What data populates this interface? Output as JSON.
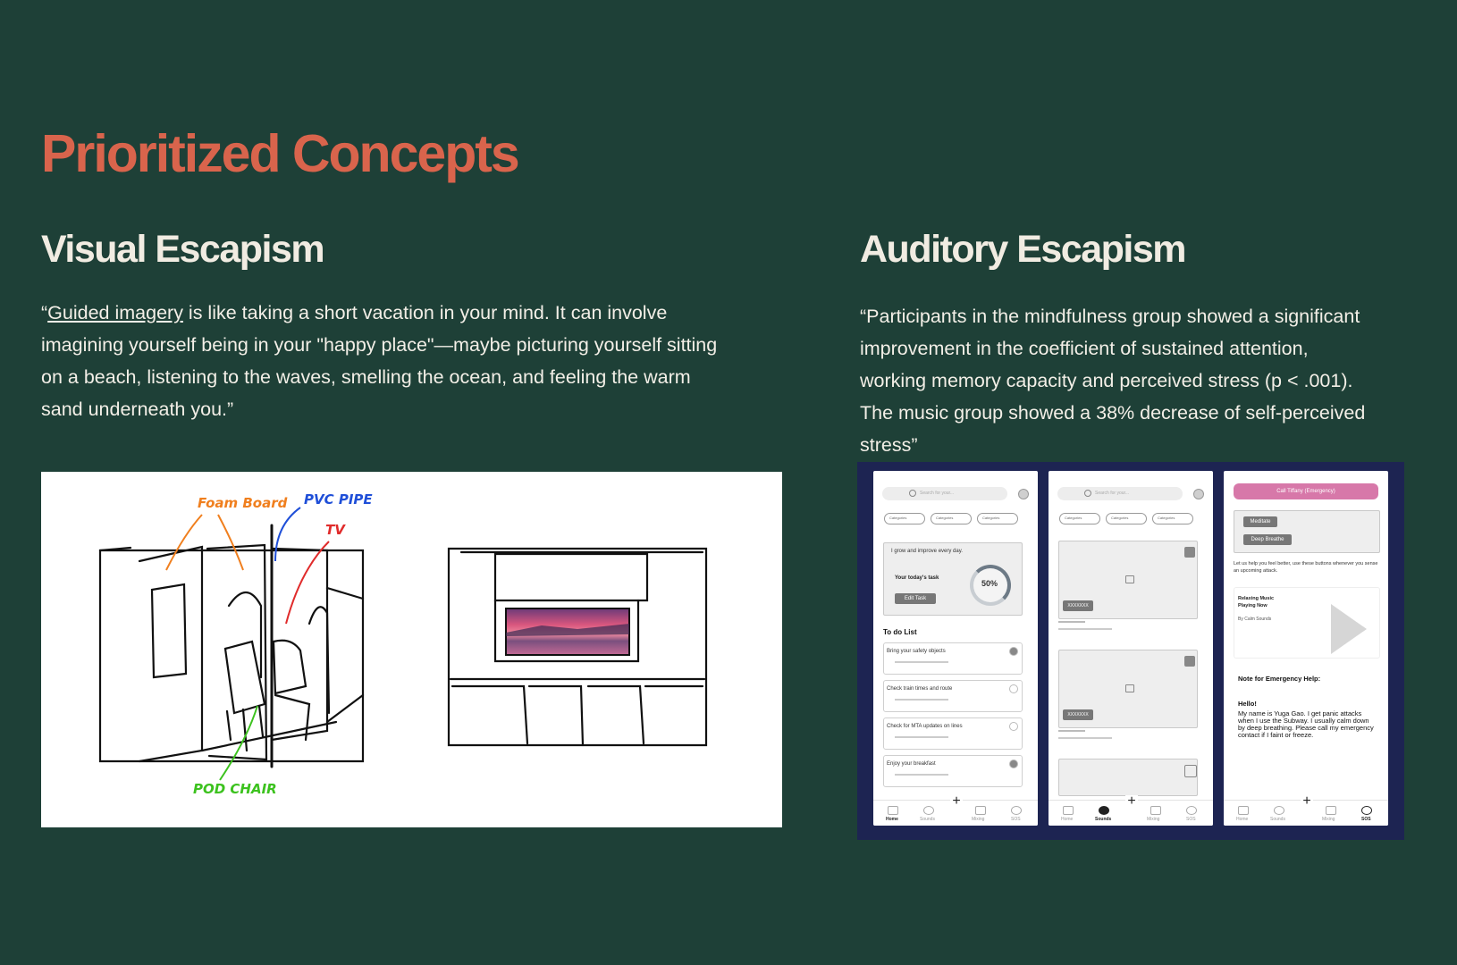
{
  "page": {
    "title": "Prioritized Concepts"
  },
  "visual": {
    "title": "Visual Escapism",
    "quote_open": "“",
    "link_text": "Guided imagery",
    "quote_line1_rest": " is like taking a short vacation in your mind. It can involve",
    "quote_line2": "imagining yourself being in your \"happy place\"—maybe picturing yourself sitting",
    "quote_line3": "on a beach, listening to the waves, smelling the ocean, and feeling the warm",
    "quote_line4": "sand underneath you.”",
    "sketch_labels": {
      "foam_board": "Foam Board",
      "pvc_pipe": "PVC PIPE",
      "tv": "TV",
      "pod_chair": "POD CHAIR"
    },
    "colors": {
      "foam_board": "#f07f1e",
      "pvc_pipe": "#1f4fd8",
      "tv": "#e02b2b",
      "pod_chair": "#3cc21e"
    }
  },
  "auditory": {
    "title": "Auditory Escapism",
    "quote_lines": [
      "“Participants in the mindfulness group showed a significant",
      "improvement in the coefficient of sustained attention,",
      "working memory capacity and perceived stress (p < .001).",
      "The music group showed a 38% decrease of self-perceived",
      "stress”"
    ]
  },
  "phones": {
    "search_placeholder": "Search for your...",
    "category_label": "Categories",
    "nav": [
      "Home",
      "Sounds",
      "Mixing",
      "SOS"
    ],
    "phone1": {
      "affirmation": "I grow and improve every day.",
      "task_label": "Your today's task",
      "progress": "50%",
      "edit_button": "Edit Task",
      "todo_title": "To do List",
      "todos": [
        "Bring your safety objects",
        "Check train times and route",
        "Check for MTA updates on lines",
        "Enjoy your breakfast"
      ]
    },
    "phone2": {
      "tag": "XXXXXXX"
    },
    "phone3": {
      "call_button": "Call Tiffany (Emergency)",
      "meditate": "Meditate",
      "deep_breathe": "Deep Breathe",
      "help_text": "Let us help you feel better, use these buttons whenever you sense an upcoming attack.",
      "music_title": "Relaxing Music Playing Now",
      "music_sub": "By Calm Sounds",
      "note_title": "Note for Emergency Help:",
      "hello": "Hello!",
      "note_body": "My name is Yuga Gao. I get panic attacks when I use the Subway. I usually calm down by deep breathing. Please call my emergency contact if I faint or freeze."
    }
  }
}
